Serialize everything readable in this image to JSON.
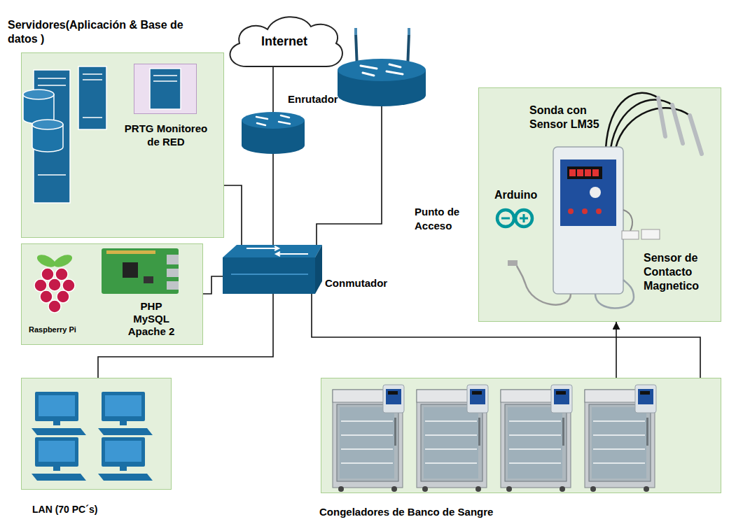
{
  "diagram": {
    "nodes": [
      {
        "text": [
          "Internet"
        ]
      },
      {
        "text": [
          "Servidores(Aplicación & Base de datos )"
        ]
      },
      {
        "text": [
          "PRTG Monitoreo de RED"
        ],
        "in": 1
      },
      {
        "text": [
          "Enrutador"
        ]
      },
      {
        "text": [
          "Punto de Acceso"
        ]
      },
      {
        "text": [
          "Sonda con Sensor LM35",
          "Arduino",
          "Sensor de Contacto Magnetico"
        ]
      },
      {
        "text": [
          "Raspberry Pi",
          "PHP MySQL Apache 2"
        ]
      },
      {
        "text": [
          "Conmutador"
        ]
      },
      {
        "text": [
          "LAN (70 PC´s)"
        ]
      },
      {
        "text": [
          "Congeladores de Banco de Sangre"
        ]
      }
    ],
    "edges": [
      {
        "from": 0,
        "to": 3,
        "arrow": "none"
      },
      {
        "from": 3,
        "to": 7,
        "arrow": "none"
      },
      {
        "from": 1,
        "to": 7,
        "arrow": "none"
      },
      {
        "from": 6,
        "to": 7,
        "arrow": "none"
      },
      {
        "from": 4,
        "to": 7,
        "arrow": "none"
      },
      {
        "from": 7,
        "to": 8,
        "arrow": "none"
      },
      {
        "from": 7,
        "to": 9,
        "arrow": "none"
      },
      {
        "from": 9,
        "to": 5,
        "arrow": "to"
      }
    ]
  }
}
